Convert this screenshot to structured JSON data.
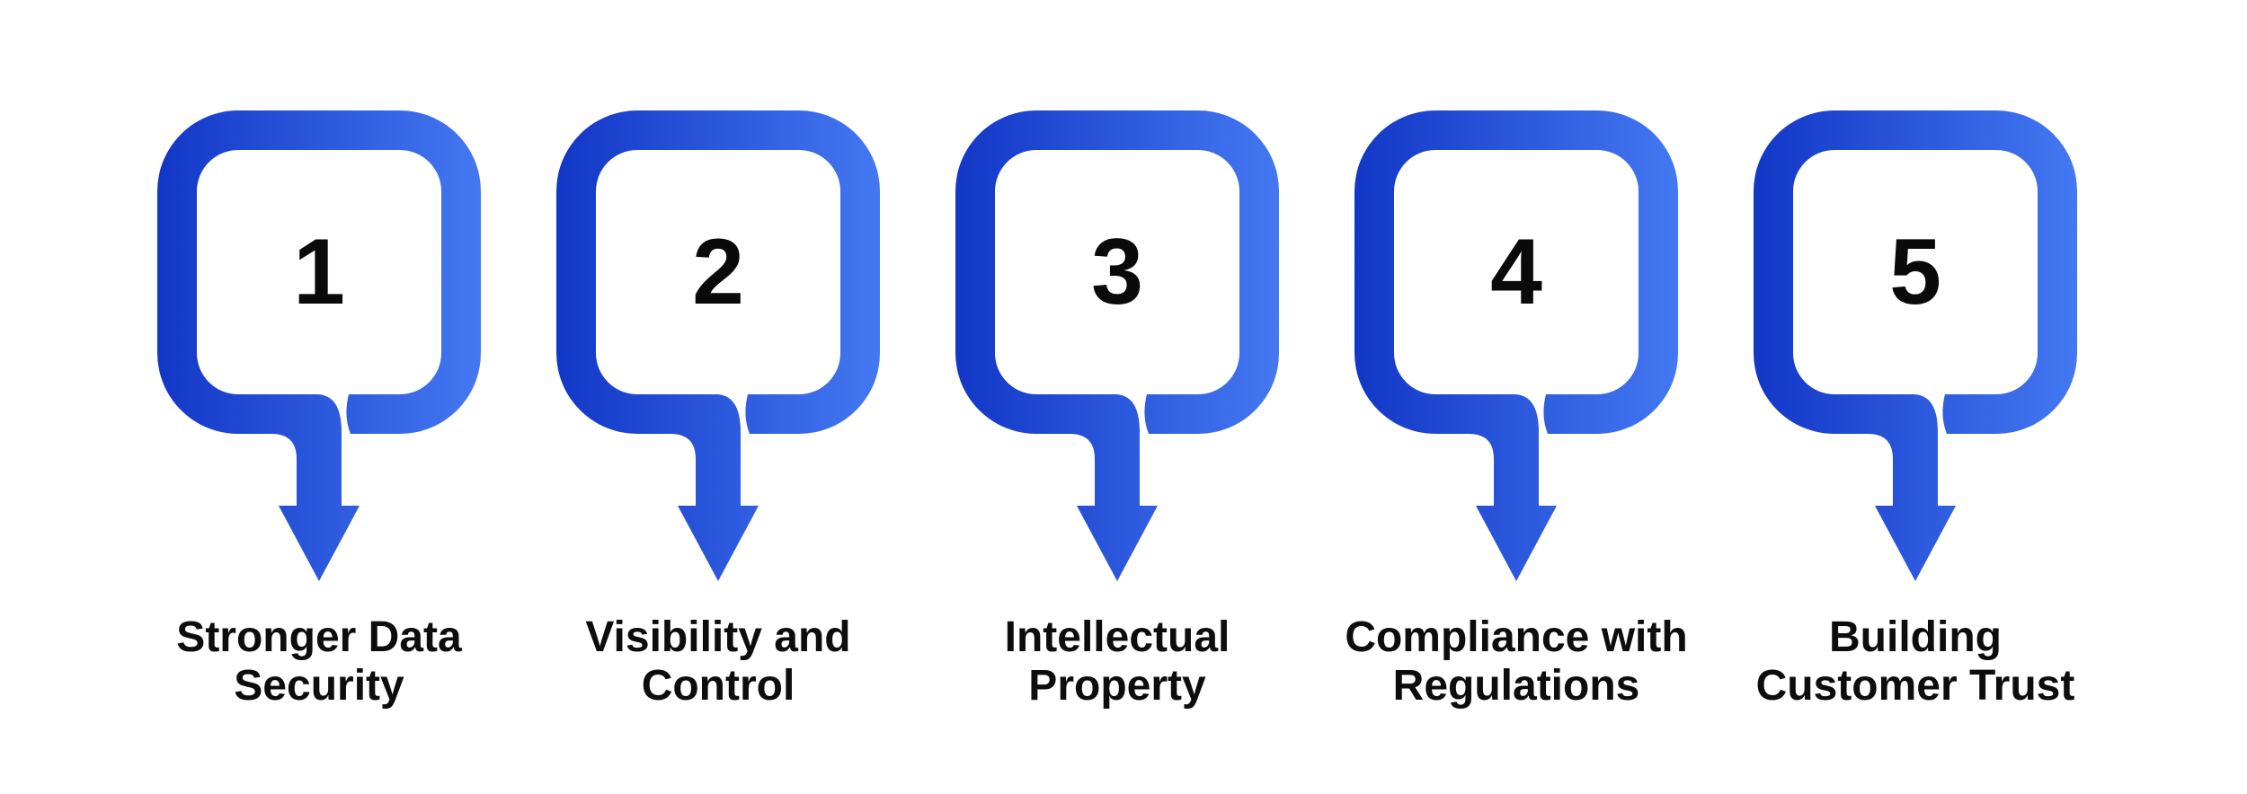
{
  "page": {
    "background_color": "#ffffff",
    "text_color": "#0d0d0d"
  },
  "diagram": {
    "type": "numbered-steps-infographic",
    "gradient_from": "#1237C6",
    "gradient_to": "#4478F2",
    "number_color": "#0a0a0a",
    "items": [
      {
        "number": "1",
        "label": "Stronger Data\nSecurity"
      },
      {
        "number": "2",
        "label": "Visibility and\nControl"
      },
      {
        "number": "3",
        "label": "Intellectual\nProperty"
      },
      {
        "number": "4",
        "label": "Compliance with\nRegulations"
      },
      {
        "number": "5",
        "label": "Building\nCustomer Trust"
      }
    ]
  }
}
